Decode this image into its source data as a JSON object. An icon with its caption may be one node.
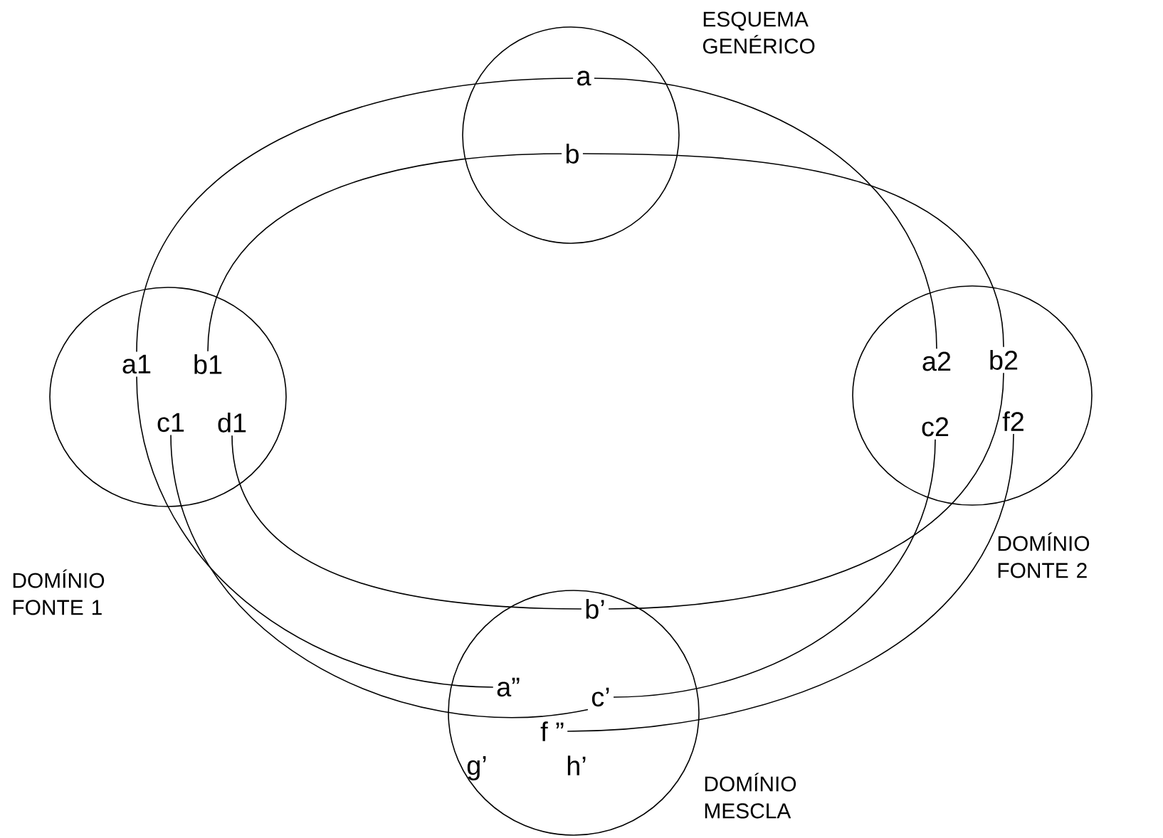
{
  "diagram": {
    "nodes": [
      {
        "text": [
          "ESQUEMA GENÉRICO"
        ]
      },
      {
        "text": [
          "a"
        ],
        "in": 0
      },
      {
        "text": [
          "b"
        ],
        "in": 0
      },
      {
        "text": [
          "DOMÍNIO FONTE 1"
        ]
      },
      {
        "text": [
          "a1"
        ],
        "in": 3
      },
      {
        "text": [
          "b1"
        ],
        "in": 3
      },
      {
        "text": [
          "c1"
        ],
        "in": 3
      },
      {
        "text": [
          "d1"
        ],
        "in": 3
      },
      {
        "text": [
          "DOMÍNIO FONTE 2"
        ]
      },
      {
        "text": [
          "a2"
        ],
        "in": 8
      },
      {
        "text": [
          "b2"
        ],
        "in": 8
      },
      {
        "text": [
          "c2"
        ],
        "in": 8
      },
      {
        "text": [
          "f2"
        ],
        "in": 8
      },
      {
        "text": [
          "DOMÍNIO MESCLA"
        ]
      },
      {
        "text": [
          "b’"
        ],
        "in": 13
      },
      {
        "text": [
          "a”"
        ],
        "in": 13
      },
      {
        "text": [
          "c’"
        ],
        "in": 13
      },
      {
        "text": [
          "f ”"
        ],
        "in": 13
      },
      {
        "text": [
          "g’"
        ],
        "in": 13
      },
      {
        "text": [
          "h’"
        ],
        "in": 13
      }
    ],
    "edges": [
      {
        "from": 1,
        "to": 4,
        "arrow": "none"
      },
      {
        "from": 1,
        "to": 9,
        "arrow": "none"
      },
      {
        "from": 2,
        "to": 5,
        "arrow": "none"
      },
      {
        "from": 2,
        "to": 10,
        "arrow": "none"
      },
      {
        "from": 4,
        "to": 15,
        "arrow": "none"
      },
      {
        "from": 6,
        "to": 16,
        "arrow": "none"
      },
      {
        "from": 7,
        "to": 14,
        "arrow": "none"
      },
      {
        "from": 10,
        "to": 14,
        "arrow": "none"
      },
      {
        "from": 11,
        "to": 16,
        "arrow": "none"
      },
      {
        "from": 12,
        "to": 17,
        "arrow": "none"
      }
    ]
  }
}
